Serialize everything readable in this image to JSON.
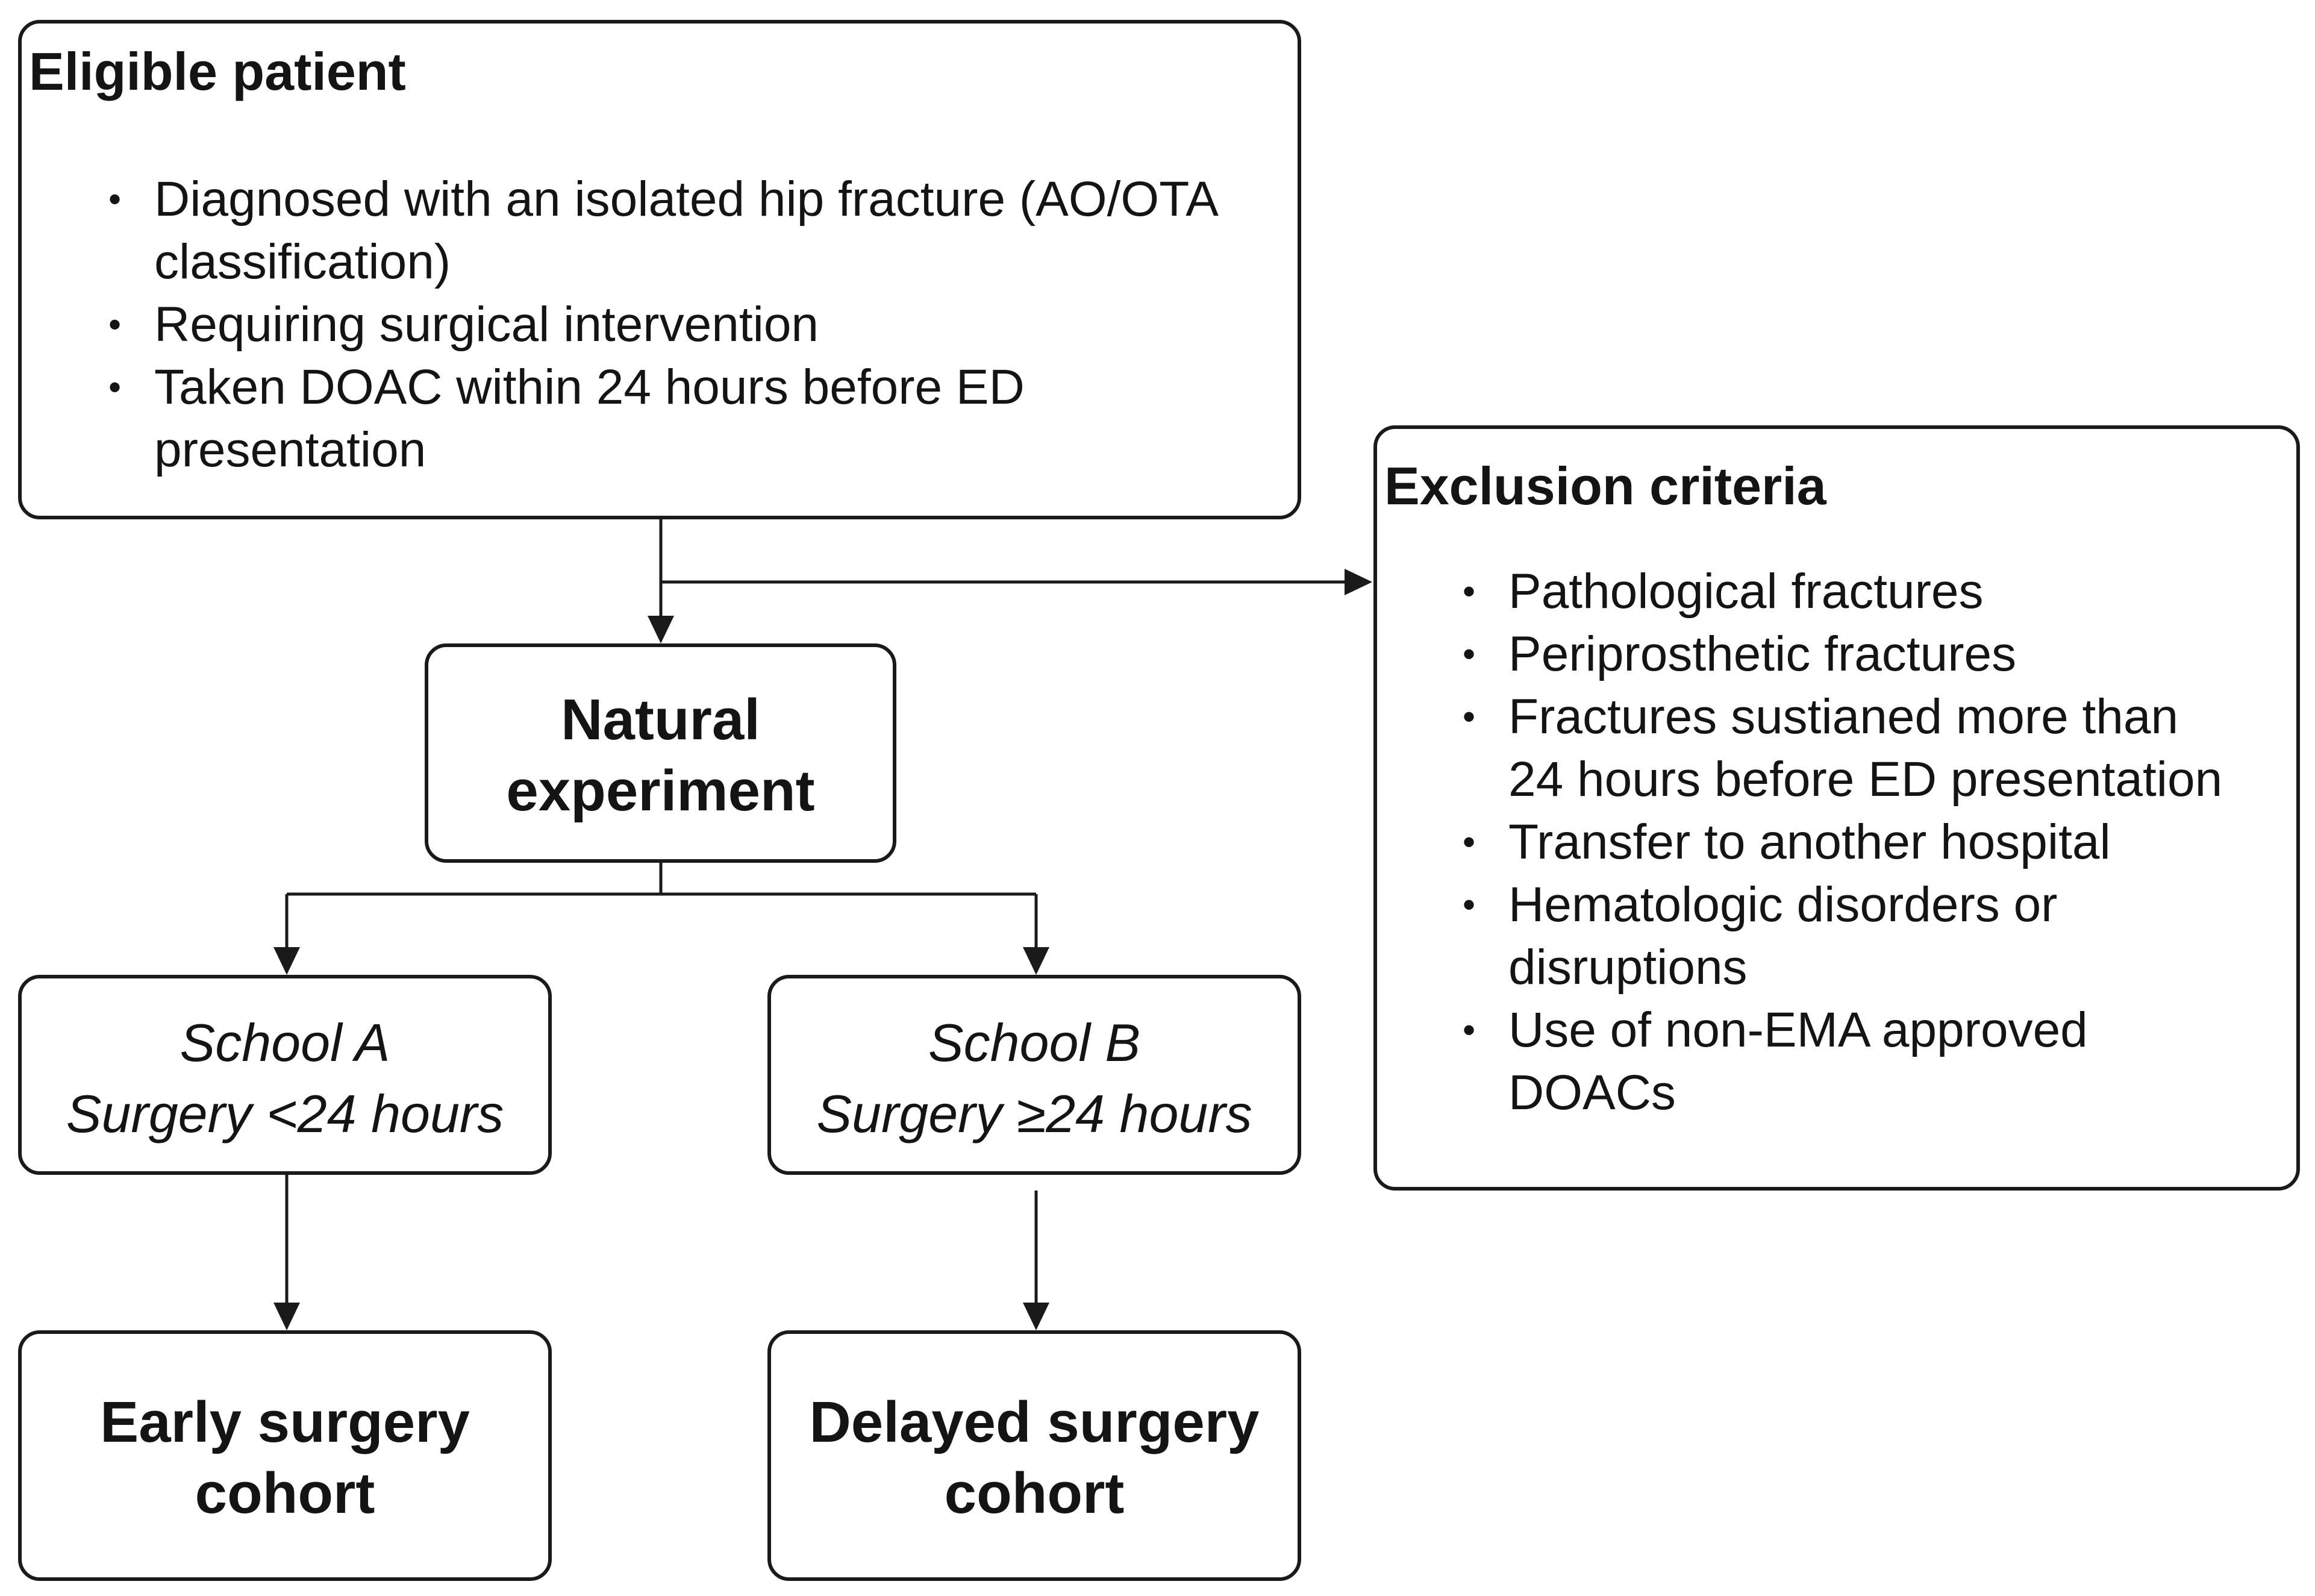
{
  "eligible": {
    "title": "Eligible patient",
    "items": [
      {
        "line1": "Diagnosed with an isolated hip fracture (AO/OTA",
        "line2": "classification)"
      },
      {
        "line1": "Requiring surgical intervention",
        "line2": ""
      },
      {
        "line1": "Taken DOAC within 24 hours before ED",
        "line2": "presentation"
      }
    ]
  },
  "exclusion": {
    "title": "Exclusion criteria",
    "items": [
      {
        "line1": "Pathological fractures",
        "line2": ""
      },
      {
        "line1": "Periprosthetic fractures",
        "line2": ""
      },
      {
        "line1": "Fractures sustianed more than",
        "line2": "24 hours before ED presentation"
      },
      {
        "line1": "Transfer to another hospital",
        "line2": ""
      },
      {
        "line1": "Hematologic disorders or",
        "line2": "disruptions"
      },
      {
        "line1": "Use of non-EMA approved",
        "line2": "DOACs"
      }
    ]
  },
  "natural": {
    "line1": "Natural",
    "line2": "experiment"
  },
  "school_a": {
    "line1": "School A",
    "line2": "Surgery <24 hours"
  },
  "school_b": {
    "line1": "School B",
    "line2": "Surgery ≥24 hours"
  },
  "early": {
    "line1": "Early surgery",
    "line2": "cohort"
  },
  "delayed": {
    "line1": "Delayed surgery",
    "line2": "cohort"
  },
  "bullet_glyph": "•"
}
